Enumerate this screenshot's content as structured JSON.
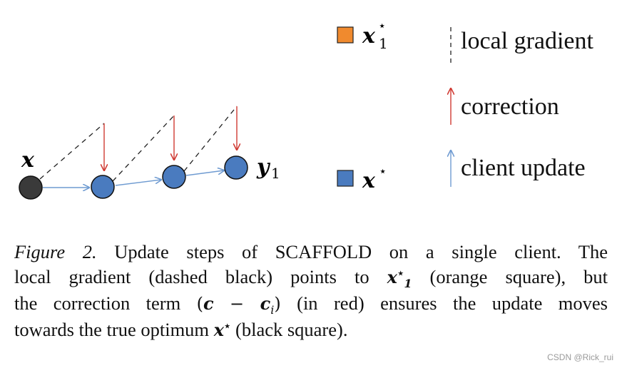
{
  "diagram": {
    "start_label": "x",
    "end_label": "y",
    "end_label_sub": "1",
    "client_optimum_label": "x",
    "client_optimum_sup": "⋆",
    "client_optimum_sub": "1",
    "true_optimum_label": "x",
    "true_optimum_sup": "⋆"
  },
  "legend": {
    "local_gradient": "local gradient",
    "correction": "correction",
    "client_update": "client update"
  },
  "colors": {
    "client_optimum_square": "#f08a2e",
    "true_optimum_square": "#4a7bbf",
    "start_node": "#3a3a3a",
    "client_node": "#4a7bbf",
    "correction_arrow": "#d03a33",
    "update_arrow": "#6f9bd1",
    "gradient_line": "#222222"
  },
  "caption": {
    "figure_label": "Figure 2.",
    "line1_text": "Update steps of SCAFFOLD on a single client.  The",
    "line2_before": "local gradient (dashed black) points to",
    "line2_math": "x",
    "line2_sup": "⋆",
    "line2_sub": "1",
    "line2_after": "(orange square), but",
    "line3_before": "the correction term",
    "line3_math_c": "c",
    "line3_minus": "−",
    "line3_math_ci": "c",
    "line3_sub": "i",
    "line3_after": "(in red) ensures the update moves",
    "line4_before": "towards the true optimum",
    "line4_math": "x",
    "line4_sup": "⋆",
    "line4_after": "(black square)."
  },
  "watermark": "CSDN @Rick_rui"
}
